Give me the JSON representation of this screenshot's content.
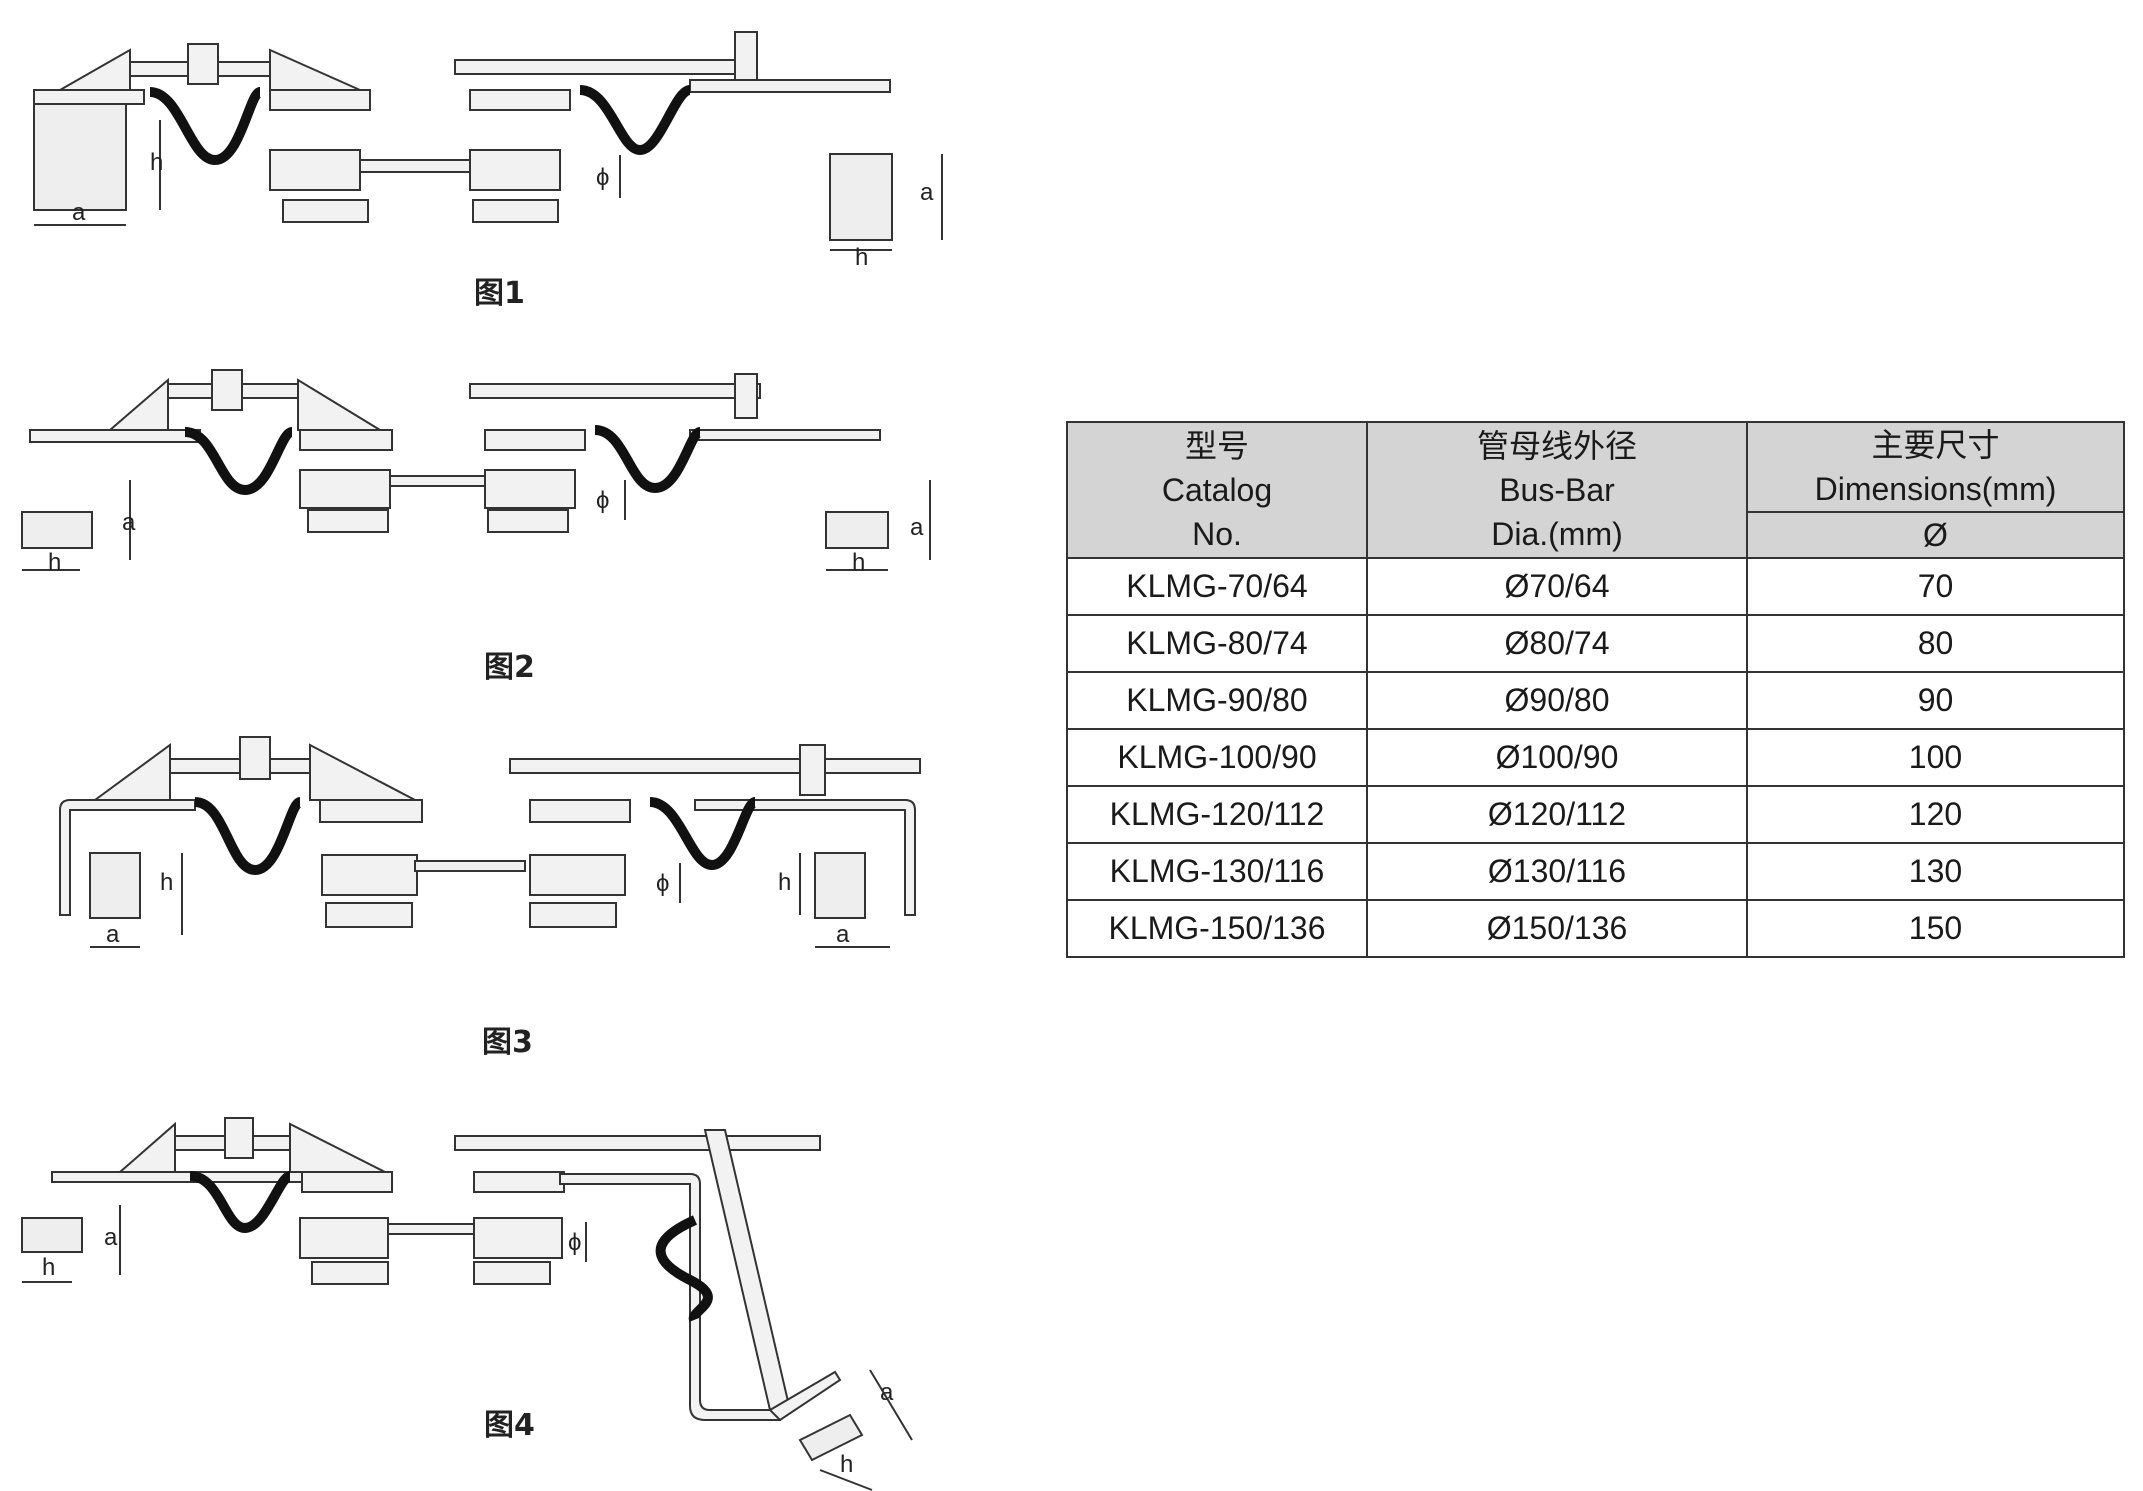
{
  "figures": [
    {
      "caption": "图1",
      "labels": {
        "a_left": "a",
        "h_left": "h",
        "phi": "ϕ",
        "a_right": "a",
        "h_right": "h"
      }
    },
    {
      "caption": "图2",
      "labels": {
        "a_left": "a",
        "h_left": "h",
        "phi": "ϕ",
        "a_right": "a",
        "h_right": "h"
      }
    },
    {
      "caption": "图3",
      "labels": {
        "a_left": "a",
        "h_left": "h",
        "phi": "ϕ",
        "a_right": "a",
        "h_right": "h"
      }
    },
    {
      "caption": "图4",
      "labels": {
        "a_left": "a",
        "h_left": "h",
        "phi": "ϕ",
        "a_right": "a",
        "h_right": "h"
      }
    }
  ],
  "table": {
    "headers": {
      "catalog": [
        "型号",
        "Catalog",
        "No."
      ],
      "busbar": [
        "管母线外径",
        "Bus-Bar",
        "Dia.(mm)"
      ],
      "dimensions": [
        "主要尺寸",
        "Dimensions(mm)"
      ],
      "dim_sub": "Ø"
    },
    "rows": [
      {
        "catalog": "KLMG-70/64",
        "busbar": "Ø70/64",
        "dim": "70"
      },
      {
        "catalog": "KLMG-80/74",
        "busbar": "Ø80/74",
        "dim": "80"
      },
      {
        "catalog": "KLMG-90/80",
        "busbar": "Ø90/80",
        "dim": "90"
      },
      {
        "catalog": "KLMG-100/90",
        "busbar": "Ø100/90",
        "dim": "100"
      },
      {
        "catalog": "KLMG-120/112",
        "busbar": "Ø120/112",
        "dim": "120"
      },
      {
        "catalog": "KLMG-130/116",
        "busbar": "Ø130/116",
        "dim": "130"
      },
      {
        "catalog": "KLMG-150/136",
        "busbar": "Ø150/136",
        "dim": "150"
      }
    ]
  }
}
